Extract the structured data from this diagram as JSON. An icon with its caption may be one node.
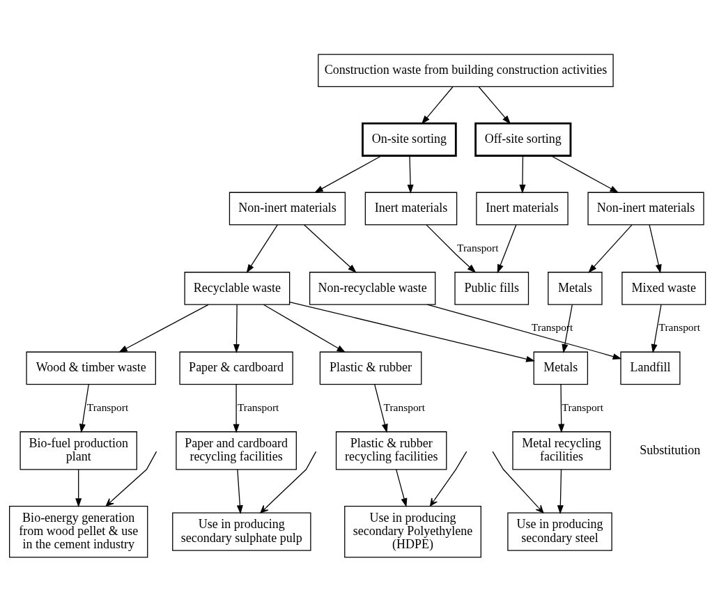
{
  "diagram": {
    "nodes": [
      {
        "text": [
          "Construction waste from building construction activities"
        ]
      },
      {
        "text": [
          "On-site sorting"
        ]
      },
      {
        "text": [
          "Off-site sorting"
        ]
      },
      {
        "text": [
          "Non-inert materials"
        ]
      },
      {
        "text": [
          "Inert materials"
        ]
      },
      {
        "text": [
          "Inert materials"
        ]
      },
      {
        "text": [
          "Non-inert materials"
        ]
      },
      {
        "text": [
          "Recyclable waste"
        ]
      },
      {
        "text": [
          "Non-recyclable waste"
        ]
      },
      {
        "text": [
          "Public fills"
        ]
      },
      {
        "text": [
          "Mixed waste"
        ]
      },
      {
        "text": [
          "Metals"
        ]
      },
      {
        "text": [
          "Landfill"
        ]
      },
      {
        "text": [
          "Wood & timber waste"
        ]
      },
      {
        "text": [
          "Paper & cardboard"
        ]
      },
      {
        "text": [
          "Plastic & rubber"
        ]
      },
      {
        "text": [
          "Metals"
        ]
      },
      {
        "text": [
          "Bio-fuel production plant"
        ]
      },
      {
        "text": [
          "Paper and cardboard recycling facilities"
        ]
      },
      {
        "text": [
          "Plastic & rubber recycling facilities"
        ]
      },
      {
        "text": [
          "Metal recycling facilities"
        ]
      },
      {
        "text": [
          "Bio-energy generation from wood pellet & use in the cement industry"
        ]
      },
      {
        "text": [
          "Use in producing secondary sulphate pulp"
        ]
      },
      {
        "text": [
          "Use in producing secondary Polyethylene (HDPE)"
        ]
      },
      {
        "text": [
          "Use in producing secondary steel"
        ]
      }
    ],
    "edges": [
      {
        "from": 0,
        "to": 1,
        "arrow": "to"
      },
      {
        "from": 0,
        "to": 2,
        "arrow": "to"
      },
      {
        "from": 1,
        "to": 3,
        "arrow": "to"
      },
      {
        "from": 1,
        "to": 4,
        "arrow": "to"
      },
      {
        "from": 2,
        "to": 5,
        "arrow": "to"
      },
      {
        "from": 2,
        "to": 6,
        "arrow": "to"
      },
      {
        "from": 3,
        "to": 7,
        "arrow": "to"
      },
      {
        "from": 3,
        "to": 8,
        "arrow": "to"
      },
      {
        "from": 4,
        "to": 9,
        "arrow": "to",
        "label": "Transport"
      },
      {
        "from": 5,
        "to": 9,
        "arrow": "to"
      },
      {
        "from": 6,
        "to": 10,
        "arrow": "to"
      },
      {
        "from": 6,
        "to": 11,
        "arrow": "to"
      },
      {
        "from": 8,
        "to": 12,
        "arrow": "to",
        "label": "Transport"
      },
      {
        "from": 10,
        "to": 12,
        "arrow": "to",
        "label": "Transport"
      },
      {
        "from": 7,
        "to": 13,
        "arrow": "to"
      },
      {
        "from": 7,
        "to": 14,
        "arrow": "to"
      },
      {
        "from": 7,
        "to": 15,
        "arrow": "to"
      },
      {
        "from": 7,
        "to": 16,
        "arrow": "to"
      },
      {
        "from": 11,
        "to": 16,
        "arrow": "to"
      },
      {
        "from": 13,
        "to": 17,
        "arrow": "to",
        "label": "Transport"
      },
      {
        "from": 14,
        "to": 18,
        "arrow": "to",
        "label": "Transport"
      },
      {
        "from": 15,
        "to": 19,
        "arrow": "to",
        "label": "Transport"
      },
      {
        "from": 16,
        "to": 20,
        "arrow": "to",
        "label": "Transport"
      },
      {
        "from": 17,
        "to": 21,
        "arrow": "to"
      },
      {
        "from": 18,
        "to": 22,
        "arrow": "to"
      },
      {
        "from": 19,
        "to": 23,
        "arrow": "to"
      },
      {
        "from": 20,
        "to": 24,
        "arrow": "to"
      },
      {
        "from": null,
        "to": 21,
        "arrow": "to"
      },
      {
        "from": null,
        "to": 22,
        "arrow": "to"
      },
      {
        "from": null,
        "to": 23,
        "arrow": "to"
      },
      {
        "from": null,
        "to": 24,
        "arrow": "to"
      }
    ],
    "labels": [
      "Substitution"
    ]
  }
}
